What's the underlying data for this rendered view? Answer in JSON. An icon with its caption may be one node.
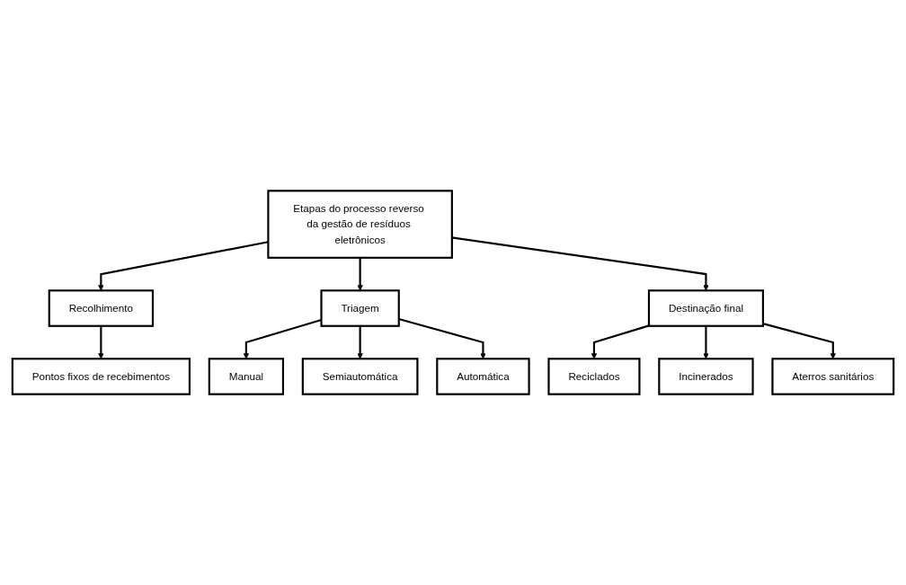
{
  "diagram": {
    "nodes": [
      {
        "text": [
          "Etapas do processo reverso da gestão de resíduos eletrônicos"
        ]
      },
      {
        "text": [
          "Recolhimento"
        ]
      },
      {
        "text": [
          "Triagem"
        ]
      },
      {
        "text": [
          "Destinação final"
        ]
      },
      {
        "text": [
          "Pontos fixos de recebimentos"
        ]
      },
      {
        "text": [
          "Manual"
        ]
      },
      {
        "text": [
          "Semiautomática"
        ]
      },
      {
        "text": [
          "Automática"
        ]
      },
      {
        "text": [
          "Reciclados"
        ]
      },
      {
        "text": [
          "Incinerados"
        ]
      },
      {
        "text": [
          "Aterros sanitários"
        ]
      }
    ],
    "edges": [
      {
        "from": 0,
        "to": 1,
        "arrow": "to"
      },
      {
        "from": 0,
        "to": 2,
        "arrow": "to"
      },
      {
        "from": 0,
        "to": 3,
        "arrow": "to"
      },
      {
        "from": 1,
        "to": 4,
        "arrow": "to"
      },
      {
        "from": 2,
        "to": 5,
        "arrow": "to"
      },
      {
        "from": 2,
        "to": 6,
        "arrow": "to"
      },
      {
        "from": 2,
        "to": 7,
        "arrow": "to"
      },
      {
        "from": 3,
        "to": 8,
        "arrow": "to"
      },
      {
        "from": 3,
        "to": 9,
        "arrow": "to"
      },
      {
        "from": 3,
        "to": 10,
        "arrow": "to"
      }
    ]
  }
}
